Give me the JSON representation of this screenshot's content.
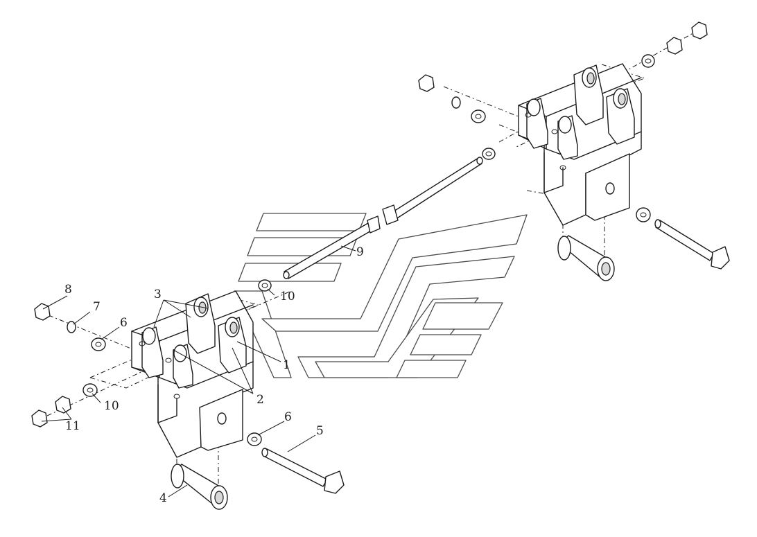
{
  "callouts": [
    {
      "id": "1",
      "label": "1"
    },
    {
      "id": "2",
      "label": "2"
    },
    {
      "id": "3",
      "label": "3"
    },
    {
      "id": "4",
      "label": "4"
    },
    {
      "id": "5",
      "label": "5"
    },
    {
      "id": "6a",
      "label": "6"
    },
    {
      "id": "6b",
      "label": "6"
    },
    {
      "id": "7",
      "label": "7"
    },
    {
      "id": "8",
      "label": "8"
    },
    {
      "id": "9",
      "label": "9"
    },
    {
      "id": "10a",
      "label": "10"
    },
    {
      "id": "10b",
      "label": "10"
    },
    {
      "id": "11",
      "label": "11"
    }
  ],
  "colors": {
    "line": "#1a1a1a",
    "shade": "#d9d9d9",
    "watermark": "#4a4a4a"
  }
}
